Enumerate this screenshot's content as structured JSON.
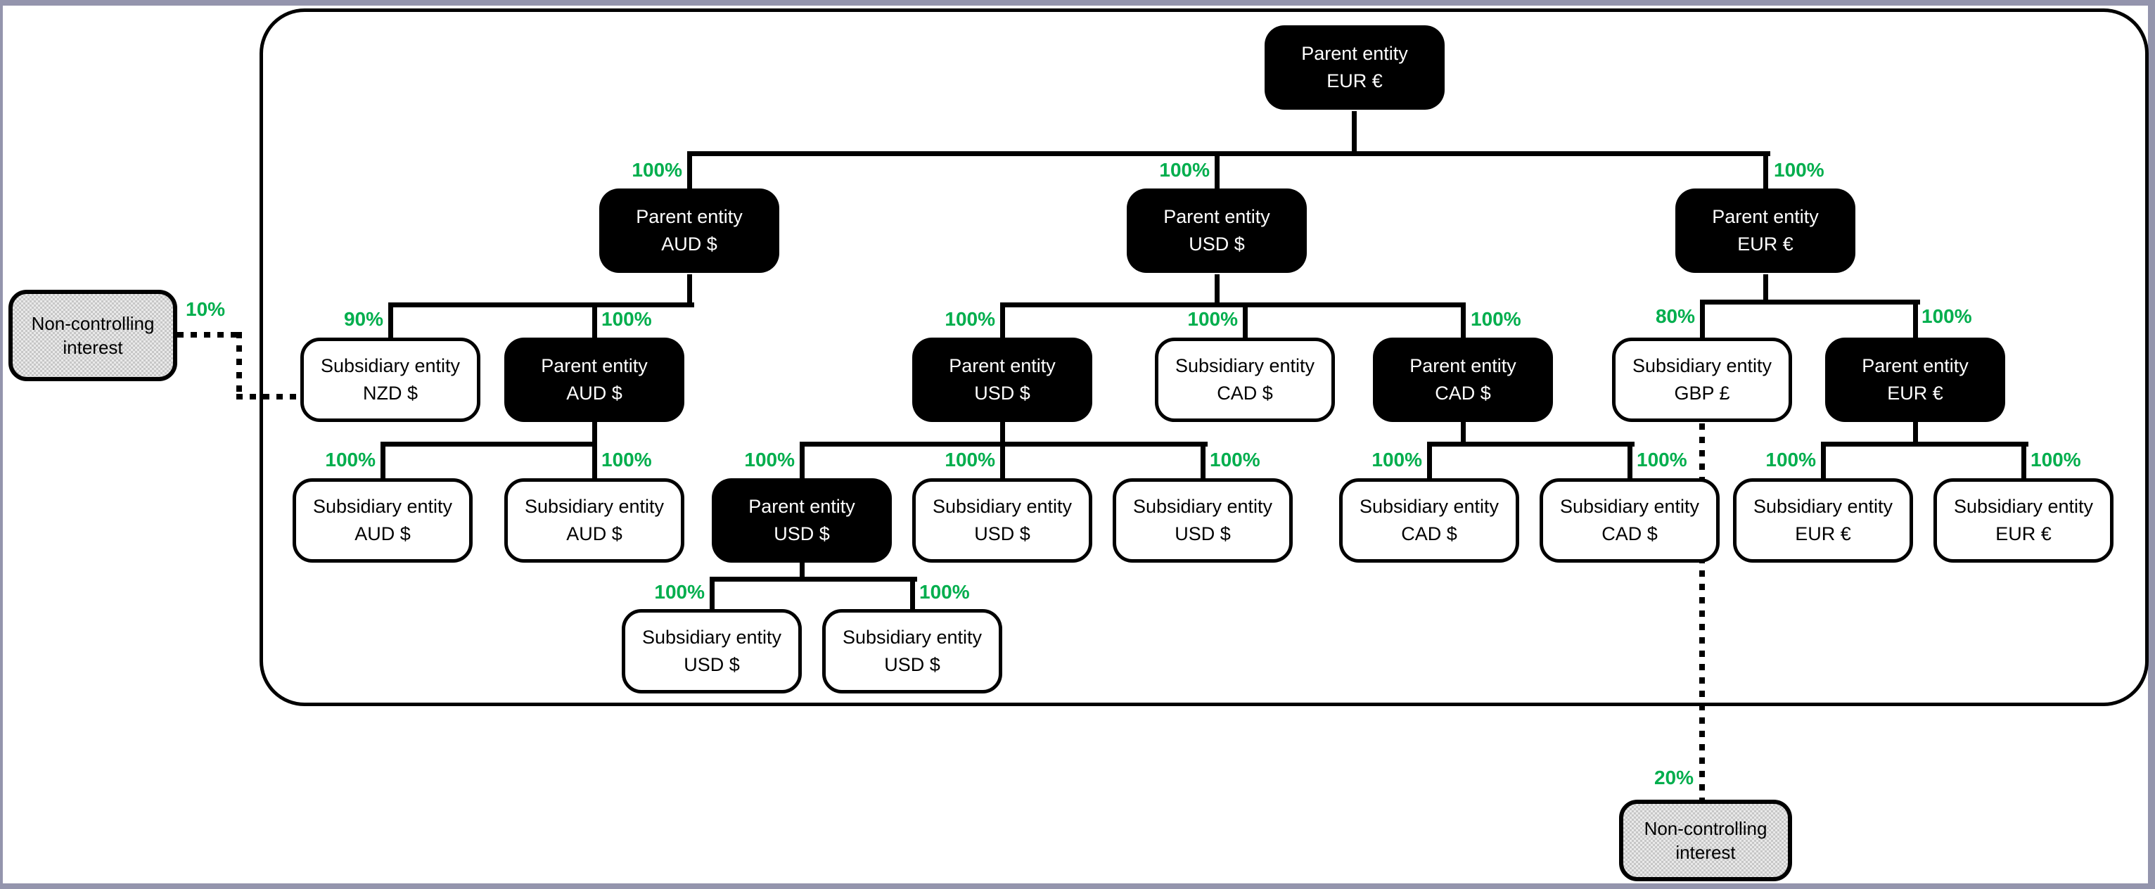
{
  "theme": {
    "percent_color": "#00ae4d",
    "frame_color": "#9495ad",
    "parent_box_color": "#000000",
    "subsidiary_box_color": "#ffffff",
    "nci_box_color": "#d6d6d6"
  },
  "nodes": [
    {
      "line1": "Parent entity",
      "line2": "EUR €",
      "kind": "parent",
      "ownership": ""
    },
    {
      "line1": "Parent entity",
      "line2": "AUD $",
      "kind": "parent",
      "ownership": "100%"
    },
    {
      "line1": "Parent entity",
      "line2": "USD $",
      "kind": "parent",
      "ownership": "100%"
    },
    {
      "line1": "Parent entity",
      "line2": "EUR €",
      "kind": "parent",
      "ownership": "100%"
    },
    {
      "line1": "Subsidiary entity",
      "line2": "NZD $",
      "kind": "subsidiary",
      "ownership": "90%"
    },
    {
      "line1": "Parent entity",
      "line2": "AUD $",
      "kind": "parent",
      "ownership": "100%"
    },
    {
      "line1": "Parent entity",
      "line2": "USD $",
      "kind": "parent",
      "ownership": "100%"
    },
    {
      "line1": "Subsidiary entity",
      "line2": "CAD $",
      "kind": "subsidiary",
      "ownership": "100%"
    },
    {
      "line1": "Parent entity",
      "line2": "CAD $",
      "kind": "parent",
      "ownership": "100%"
    },
    {
      "line1": "Subsidiary entity",
      "line2": "GBP £",
      "kind": "subsidiary",
      "ownership": "80%"
    },
    {
      "line1": "Parent entity",
      "line2": "EUR €",
      "kind": "parent",
      "ownership": "100%"
    },
    {
      "line1": "Subsidiary entity",
      "line2": "AUD $",
      "kind": "subsidiary",
      "ownership": "100%"
    },
    {
      "line1": "Subsidiary entity",
      "line2": "AUD $",
      "kind": "subsidiary",
      "ownership": "100%"
    },
    {
      "line1": "Parent entity",
      "line2": "USD $",
      "kind": "parent",
      "ownership": "100%"
    },
    {
      "line1": "Subsidiary entity",
      "line2": "USD $",
      "kind": "subsidiary",
      "ownership": "100%"
    },
    {
      "line1": "Subsidiary entity",
      "line2": "USD $",
      "kind": "subsidiary",
      "ownership": "100%"
    },
    {
      "line1": "Subsidiary entity",
      "line2": "CAD $",
      "kind": "subsidiary",
      "ownership": "100%"
    },
    {
      "line1": "Subsidiary entity",
      "line2": "CAD $",
      "kind": "subsidiary",
      "ownership": "100%"
    },
    {
      "line1": "Subsidiary entity",
      "line2": "EUR €",
      "kind": "subsidiary",
      "ownership": "100%"
    },
    {
      "line1": "Subsidiary entity",
      "line2": "EUR €",
      "kind": "subsidiary",
      "ownership": "100%"
    },
    {
      "line1": "Subsidiary entity",
      "line2": "USD $",
      "kind": "subsidiary",
      "ownership": "100%"
    },
    {
      "line1": "Subsidiary entity",
      "line2": "USD $",
      "kind": "subsidiary",
      "ownership": "100%"
    },
    {
      "line1": "Non-controlling",
      "line2": "interest",
      "kind": "non-controlling-interest",
      "ownership": "10%"
    },
    {
      "line1": "Non-controlling",
      "line2": "interest",
      "kind": "non-controlling-interest",
      "ownership": "20%"
    }
  ]
}
